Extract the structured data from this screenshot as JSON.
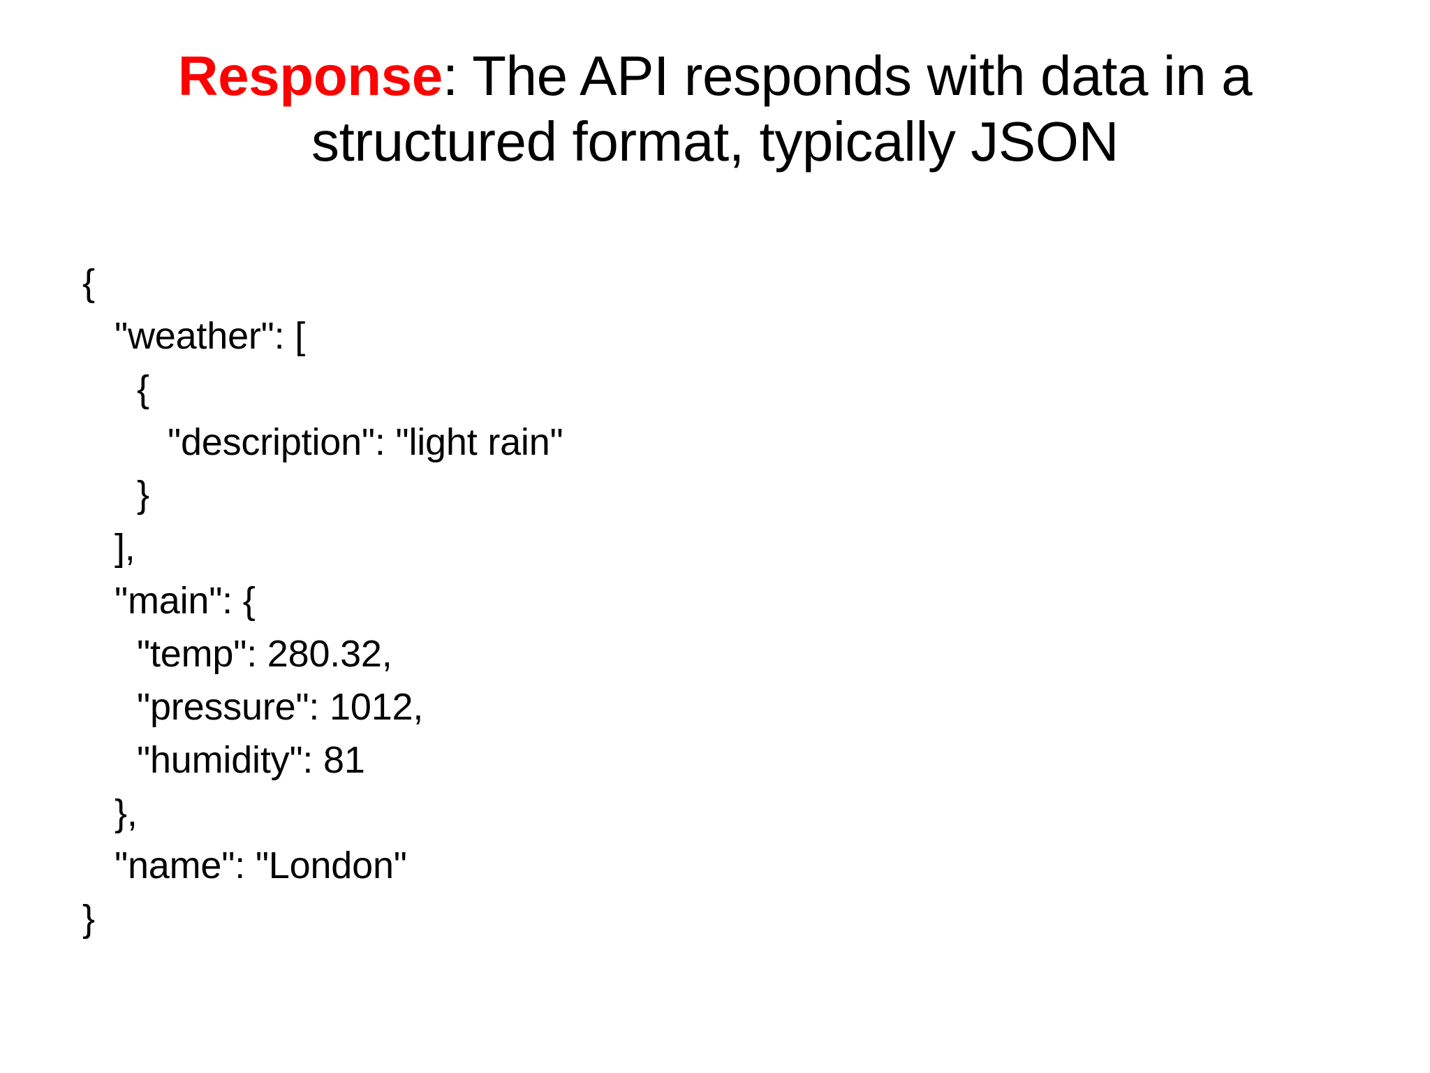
{
  "slide": {
    "background_color": "#ffffff",
    "title": {
      "emphasis_text": "Response",
      "emphasis_color": "#ff0000",
      "line1_rest": ": The API responds with data in a",
      "line2": "structured format, typically JSON"
    },
    "code": {
      "language": "json",
      "lines": [
        {
          "text": "{",
          "indent": 0
        },
        {
          "text": "\"weather\": [",
          "indent": 1
        },
        {
          "text": "{",
          "indent": 2
        },
        {
          "text": "\"description\": \"light rain\"",
          "indent": 3
        },
        {
          "text": "}",
          "indent": 2
        },
        {
          "text": "],",
          "indent": 1
        },
        {
          "text": "\"main\": {",
          "indent": 1
        },
        {
          "text": "\"temp\": 280.32,",
          "indent": 2
        },
        {
          "text": "\"pressure\": 1012,",
          "indent": 2
        },
        {
          "text": "\"humidity\": 81",
          "indent": 2
        },
        {
          "text": "},",
          "indent": 1
        },
        {
          "text": "\"name\": \"London\"",
          "indent": 1
        },
        {
          "text": "}",
          "indent": 0
        }
      ],
      "values": {
        "weather_description": "light rain",
        "main_temp": "280.32",
        "main_pressure": "1012",
        "main_humidity": "81",
        "name": "London"
      }
    }
  }
}
